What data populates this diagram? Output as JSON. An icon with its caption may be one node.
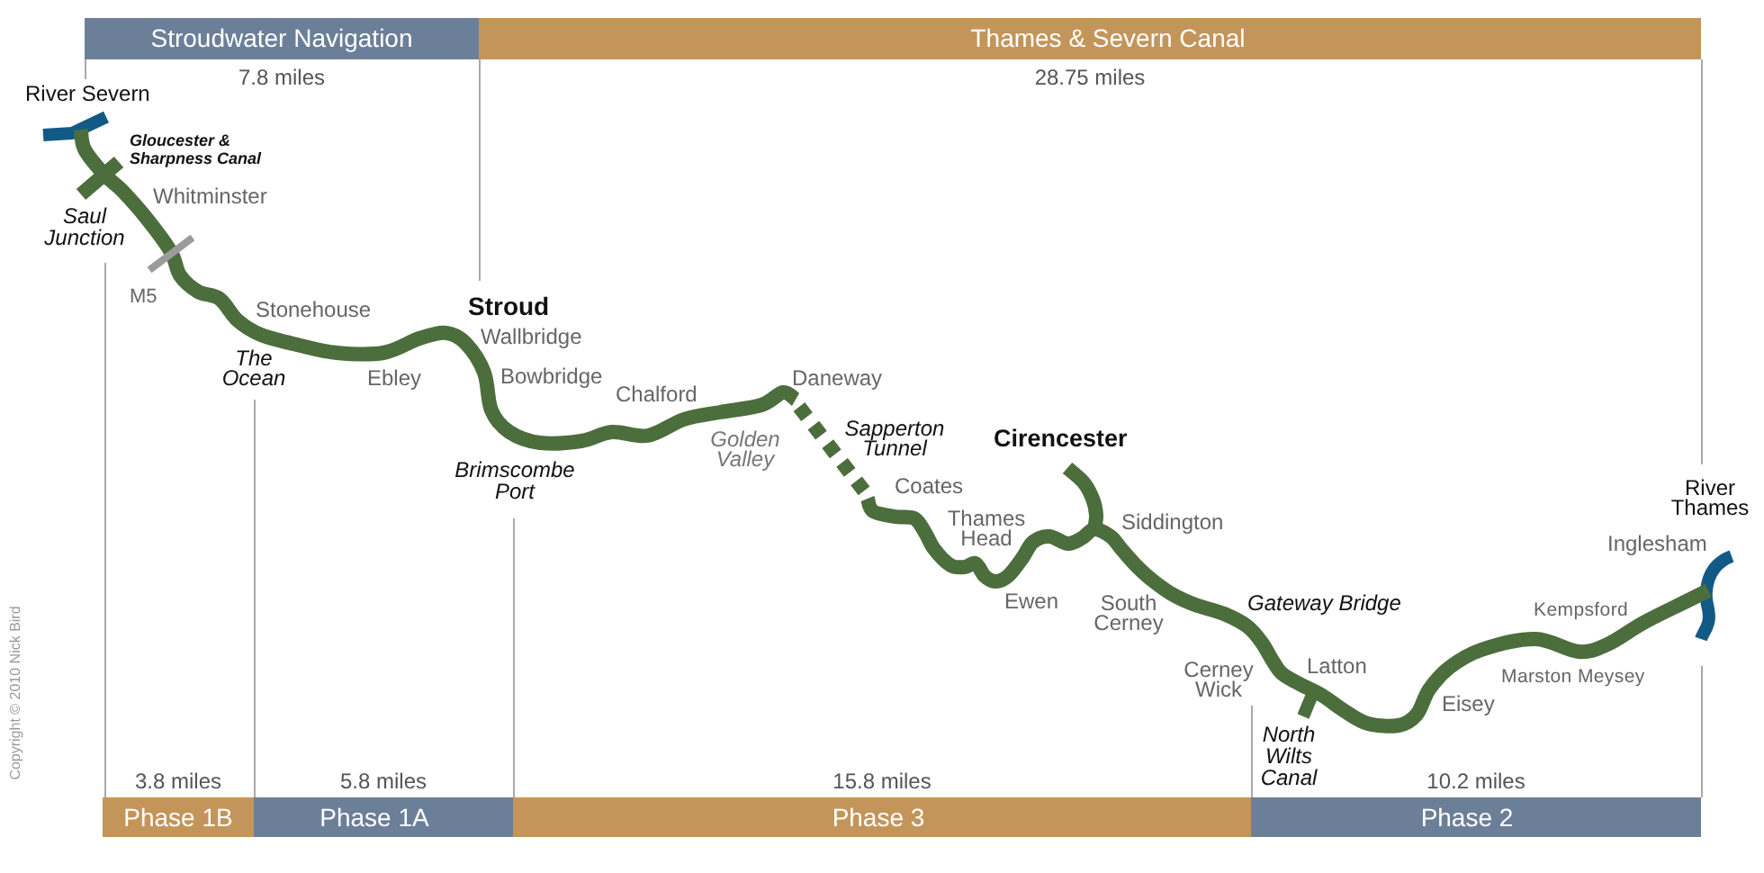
{
  "diagram": {
    "nodes": [
      {
        "text": [
          "Stroudwater Navigation"
        ],
        "beside": [
          "7.8 miles"
        ]
      },
      {
        "text": [
          "Thames & Severn Canal"
        ],
        "beside": [
          "28.75 miles"
        ]
      },
      {
        "text": [
          "Phase 1B"
        ],
        "beside": [
          "3.8 miles"
        ]
      },
      {
        "text": [
          "Phase 1A"
        ],
        "beside": [
          "5.8 miles"
        ]
      },
      {
        "text": [
          "Phase 3"
        ],
        "beside": [
          "15.8 miles"
        ]
      },
      {
        "text": [
          "Phase 2"
        ],
        "beside": [
          "10.2 miles"
        ]
      }
    ],
    "labels": [
      "River Severn",
      "Gloucester & Sharpness Canal",
      "Whitminster",
      "Saul Junction",
      "M5",
      "Stonehouse",
      "The Ocean",
      "Ebley",
      "Stroud",
      "Wallbridge",
      "Bowbridge",
      "Brimscombe Port",
      "Chalford",
      "Golden Valley",
      "Daneway",
      "Sapperton Tunnel",
      "Coates",
      "Thames Head",
      "Ewen",
      "Cirencester",
      "Siddington",
      "South Cerney",
      "Cerney Wick",
      "Gateway Bridge",
      "Latton",
      "North Wilts Canal",
      "Eisey",
      "Marston Meysey",
      "Kempsford",
      "Inglesham",
      "River Thames",
      "Copyright © 2010 Nick Bird"
    ]
  }
}
